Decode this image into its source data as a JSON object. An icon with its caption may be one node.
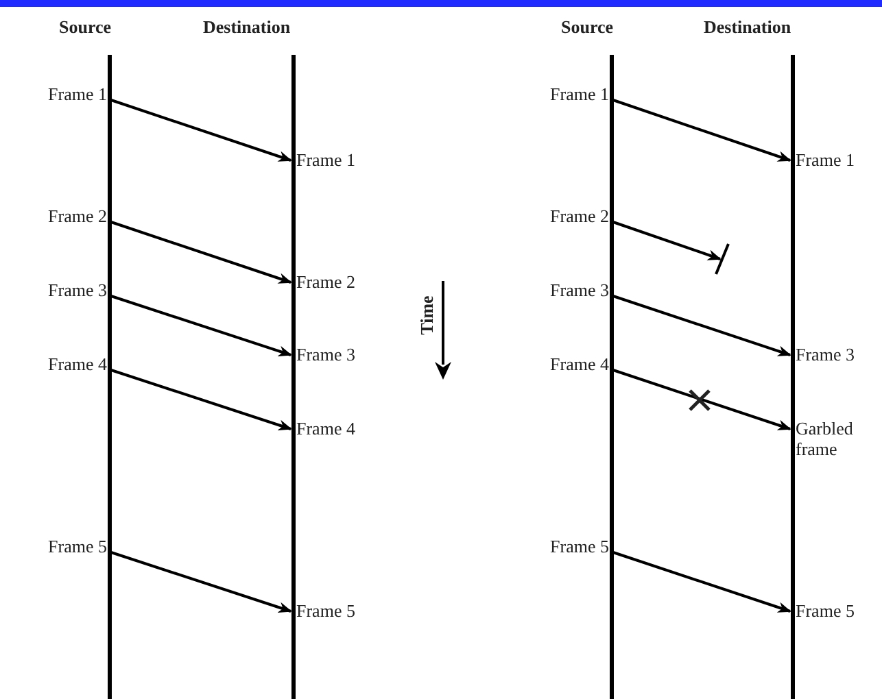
{
  "diagram": {
    "nodes": [
      {
        "text": [
          "Frame 1"
        ]
      },
      {
        "text": [
          "Frame 1"
        ]
      },
      {
        "text": [
          "Frame 2"
        ]
      },
      {
        "text": [
          "Frame 2"
        ]
      },
      {
        "text": [
          "Frame 3"
        ]
      },
      {
        "text": [
          "Frame 3"
        ]
      },
      {
        "text": [
          "Frame 4"
        ]
      },
      {
        "text": [
          "Frame 4"
        ]
      },
      {
        "text": [
          "Frame 5"
        ]
      },
      {
        "text": [
          "Frame 5"
        ]
      },
      {
        "text": [
          "Frame 1"
        ]
      },
      {
        "text": [
          "Frame 1"
        ]
      },
      {
        "text": [
          "Frame 2"
        ]
      },
      {
        "text": [
          "Frame 3"
        ]
      },
      {
        "text": [
          "Frame 3"
        ]
      },
      {
        "text": [
          "Frame 4"
        ]
      },
      {
        "text": [
          "Garbled frame"
        ]
      },
      {
        "text": [
          "Frame 5"
        ]
      },
      {
        "text": [
          "Frame 5"
        ]
      }
    ],
    "edges": [
      {
        "from": 0,
        "to": 1,
        "arrow": "to"
      },
      {
        "from": 2,
        "to": 3,
        "arrow": "to"
      },
      {
        "from": 4,
        "to": 5,
        "arrow": "to"
      },
      {
        "from": 6,
        "to": 7,
        "arrow": "to"
      },
      {
        "from": 8,
        "to": 9,
        "arrow": "to"
      },
      {
        "from": 10,
        "to": 11,
        "arrow": "to"
      },
      {
        "from": 12,
        "to": null,
        "arrow": "to"
      },
      {
        "from": 13,
        "to": 14,
        "arrow": "to"
      },
      {
        "from": 15,
        "to": 16,
        "arrow": "to"
      },
      {
        "from": 17,
        "to": 18,
        "arrow": "to"
      }
    ],
    "labels": [
      "Source",
      "Destination",
      "Source",
      "Destination",
      "Time"
    ]
  }
}
